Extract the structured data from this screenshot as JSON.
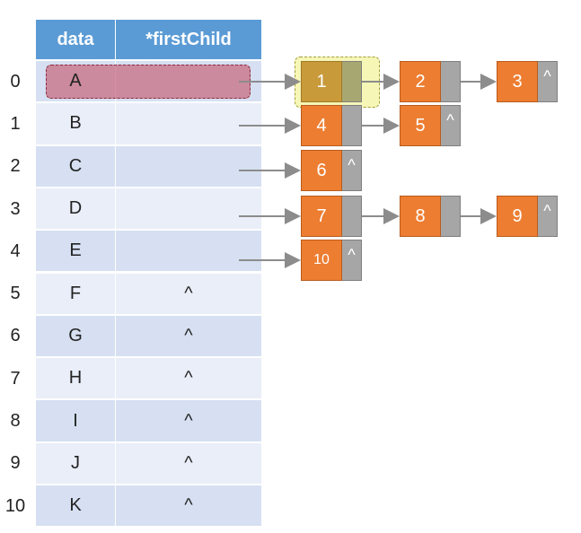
{
  "table": {
    "headers": {
      "data": "data",
      "first_child": "*firstChild"
    },
    "rows": [
      {
        "index": "0",
        "data": "A",
        "first_child": ""
      },
      {
        "index": "1",
        "data": "B",
        "first_child": ""
      },
      {
        "index": "2",
        "data": "C",
        "first_child": ""
      },
      {
        "index": "3",
        "data": "D",
        "first_child": ""
      },
      {
        "index": "4",
        "data": "E",
        "first_child": ""
      },
      {
        "index": "5",
        "data": "F",
        "first_child": "^"
      },
      {
        "index": "6",
        "data": "G",
        "first_child": "^"
      },
      {
        "index": "7",
        "data": "H",
        "first_child": "^"
      },
      {
        "index": "8",
        "data": "I",
        "first_child": "^"
      },
      {
        "index": "9",
        "data": "J",
        "first_child": "^"
      },
      {
        "index": "10",
        "data": "K",
        "first_child": "^"
      }
    ],
    "highlighted_row": "0"
  },
  "child_lists": [
    {
      "row": "0",
      "nodes": [
        {
          "value": "1",
          "next": ""
        },
        {
          "value": "2",
          "next": ""
        },
        {
          "value": "3",
          "next": "^"
        }
      ]
    },
    {
      "row": "1",
      "nodes": [
        {
          "value": "4",
          "next": ""
        },
        {
          "value": "5",
          "next": "^"
        }
      ]
    },
    {
      "row": "2",
      "nodes": [
        {
          "value": "6",
          "next": "^"
        }
      ]
    },
    {
      "row": "3",
      "nodes": [
        {
          "value": "7",
          "next": ""
        },
        {
          "value": "8",
          "next": ""
        },
        {
          "value": "9",
          "next": "^"
        }
      ]
    },
    {
      "row": "4",
      "nodes": [
        {
          "value": "10",
          "next": "^"
        }
      ]
    }
  ],
  "highlighted_node": "1",
  "colors": {
    "header": "#5b9bd5",
    "row_dark": "#d6e0f2",
    "row_light": "#e9eef8",
    "node_value": "#ed7d31",
    "node_pointer": "#a6a6a6",
    "arrow": "#8c8c8c",
    "selection": "#c76e82",
    "halo": "#f5f5aa"
  }
}
